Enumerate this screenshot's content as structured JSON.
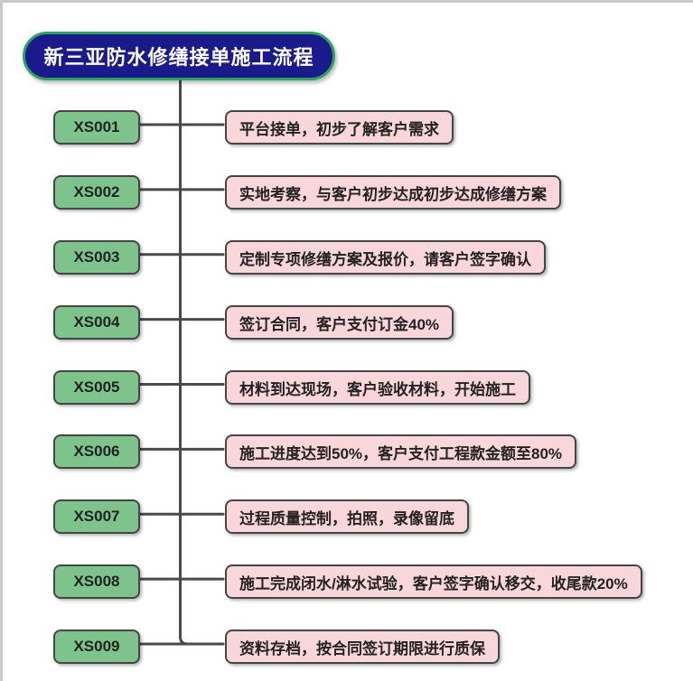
{
  "title": "新三亚防水修缮接单施工流程",
  "steps": [
    {
      "code": "XS001",
      "label": "平台接单，初步了解客户需求"
    },
    {
      "code": "XS002",
      "label": "实地考察，与客户初步达成初步达成修缮方案"
    },
    {
      "code": "XS003",
      "label": "定制专项修缮方案及报价，请客户签字确认"
    },
    {
      "code": "XS004",
      "label": "签订合同，客户支付订金40%"
    },
    {
      "code": "XS005",
      "label": "材料到达现场，客户验收材料，开始施工"
    },
    {
      "code": "XS006",
      "label": "施工进度达到50%，客户支付工程款金额至80%"
    },
    {
      "code": "XS007",
      "label": "过程质量控制，拍照，录像留底"
    },
    {
      "code": "XS008",
      "label": "施工完成闭水/淋水试验，客户签字确认移交，收尾款20%"
    },
    {
      "code": "XS009",
      "label": "资料存档，按合同签订期限进行质保"
    }
  ],
  "colors": {
    "title_fill": "#1a1a8c",
    "title_border": "#2ca45c",
    "title_text": "#ffffff",
    "code_fill": "#7dc48c",
    "label_fill": "#f8d6d9",
    "node_border": "#454545",
    "connector": "#4a4a4a",
    "text": "#222222"
  }
}
